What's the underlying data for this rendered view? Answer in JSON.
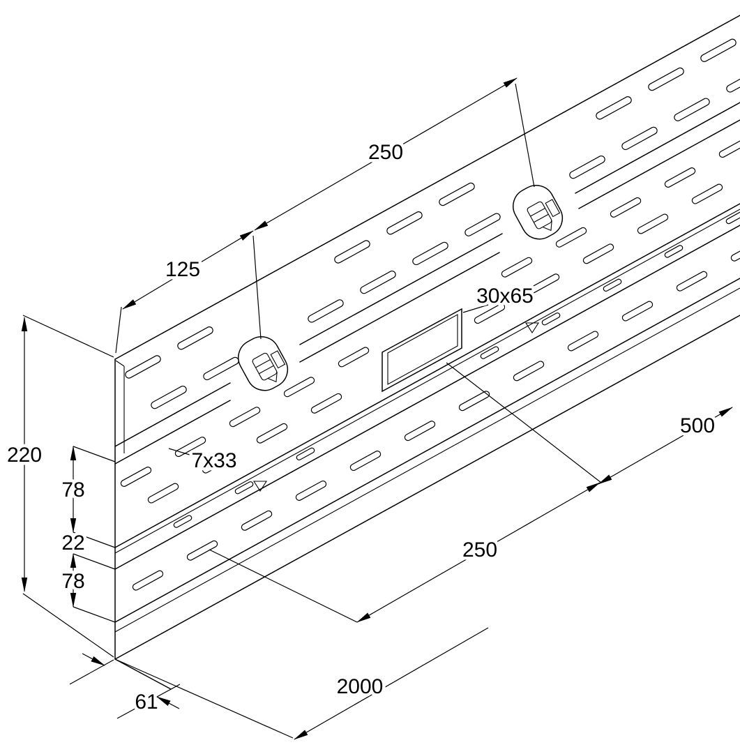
{
  "drawing": {
    "dimensions": {
      "clip_spacing": "250",
      "clip_end_offset": "125",
      "knockout_size": "30x65",
      "knockout_spacing": "500",
      "slot_group_spacing": "250",
      "total_length": "2000",
      "profile_height": "220",
      "upper_band": "78",
      "middle_band": "22",
      "lower_band": "78",
      "slot_size": "7x33",
      "base_width": "61"
    }
  }
}
